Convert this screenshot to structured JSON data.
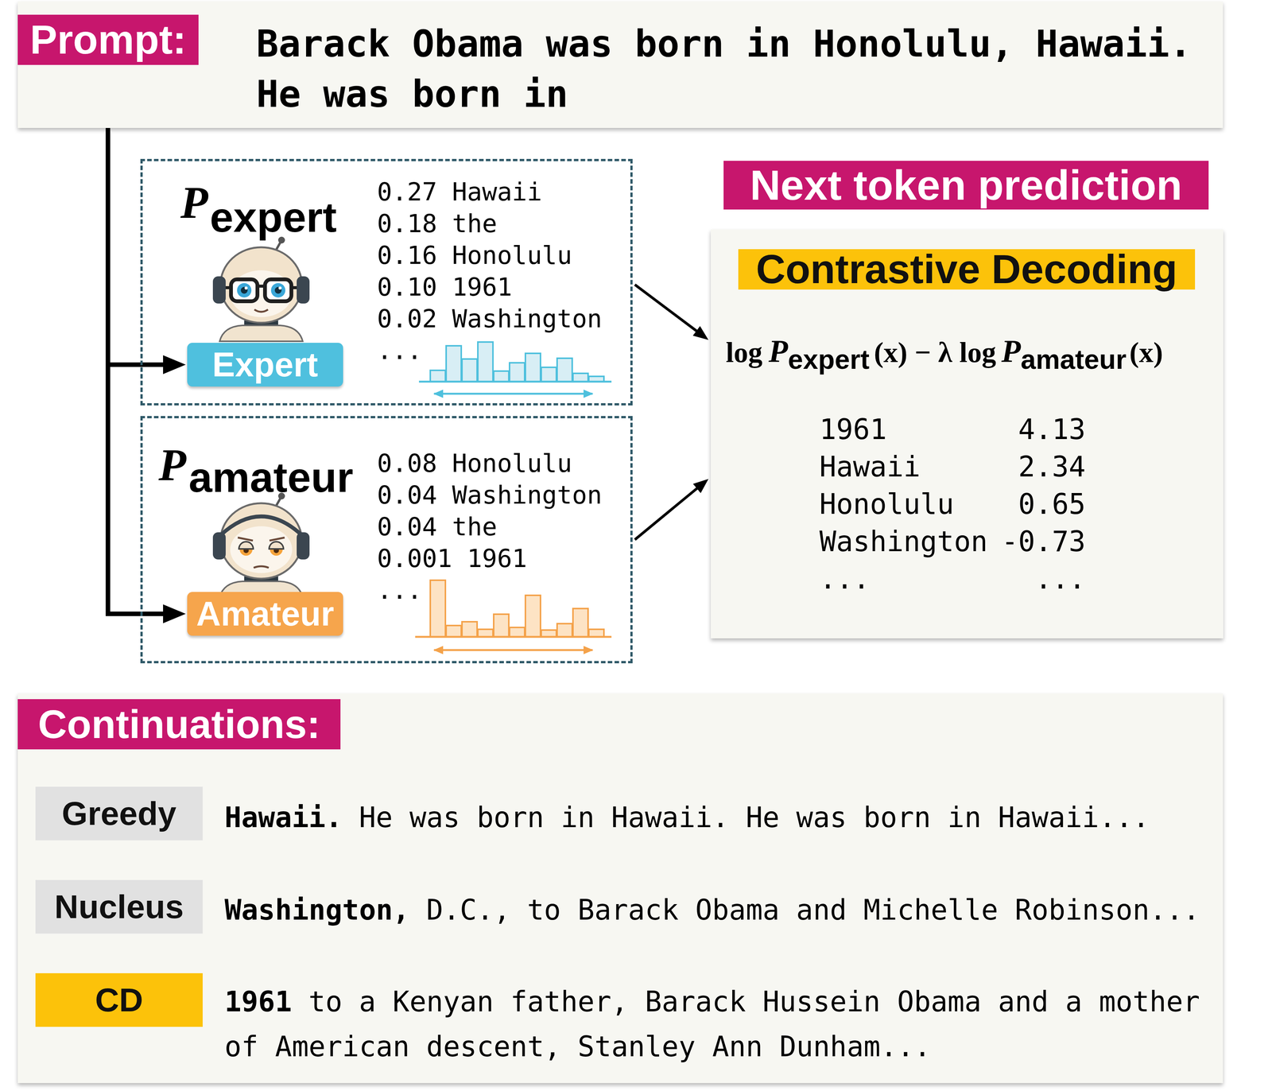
{
  "diagram": {
    "nodes": [
      {
        "text": [
          "Barack Obama was born in Honolulu, Hawaii. He was born in"
        ]
      },
      {
        "text": [
          "Prompt:"
        ],
        "in": 0
      },
      {
        "text": [
          "P",
          "expert",
          "0.27 Hawaii",
          "0.18 the",
          "0.16 Honolulu",
          "0.10 1961",
          "0.02 Washington",
          "..."
        ]
      },
      {
        "text": [
          "Expert"
        ],
        "in": 2
      },
      {
        "text": [
          "P",
          "amateur",
          "0.08 Honolulu",
          "0.04 Washington",
          "0.04 the",
          "0.001 1961",
          "..."
        ]
      },
      {
        "text": [
          "Amateur"
        ],
        "in": 4
      },
      {
        "text": [
          "Next token prediction"
        ]
      },
      {
        "text": [
          "log",
          "P",
          "expert",
          "(x) − λ log",
          "P",
          "amateur",
          "(x)",
          "1961",
          "4.13",
          "Hawaii",
          "2.34",
          "Honolulu",
          "0.65",
          "Washington",
          "-0.73",
          "...",
          "..."
        ]
      },
      {
        "text": [
          "Contrastive Decoding"
        ],
        "in": 7
      },
      {
        "text": [
          "Hawaii.",
          "He was born in Hawaii. He was born in Hawaii...",
          "Washington,",
          "D.C., to Barack Obama and Michelle Robinson...",
          "1961",
          "to a Kenyan father, Barack Hussein Obama and a mother of American descent, Stanley Ann Dunham..."
        ]
      },
      {
        "text": [
          "Continuations:"
        ],
        "in": 9
      },
      {
        "text": [
          "Greedy"
        ],
        "in": 9
      },
      {
        "text": [
          "Nucleus"
        ],
        "in": 9
      },
      {
        "text": [
          "CD"
        ],
        "in": 9
      }
    ],
    "edges": [
      {
        "from": 0,
        "to": 3,
        "arrow": "to"
      },
      {
        "from": 0,
        "to": 5,
        "arrow": "to"
      },
      {
        "from": 2,
        "to": 7,
        "arrow": "to"
      },
      {
        "from": 4,
        "to": 7,
        "arrow": "to"
      }
    ]
  }
}
